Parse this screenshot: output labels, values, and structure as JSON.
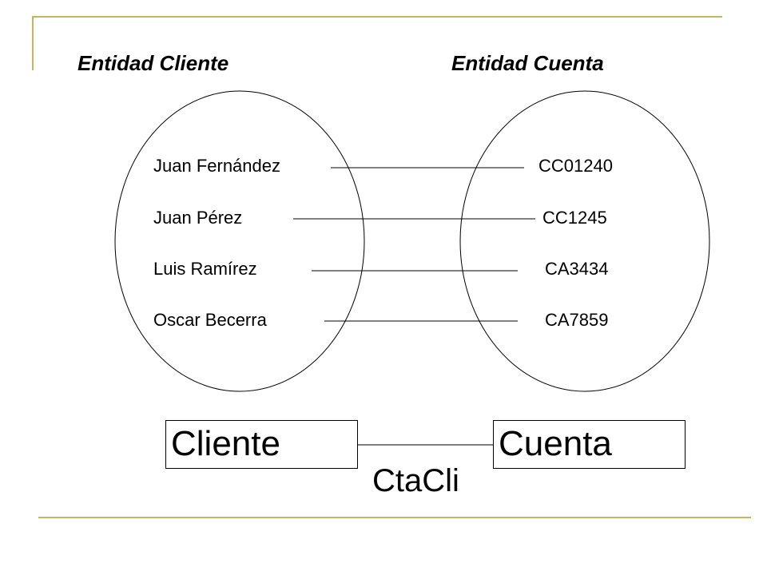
{
  "headings": {
    "left": "Entidad Cliente",
    "right": "Entidad Cuenta"
  },
  "clientes": [
    "Juan Fernández",
    "Juan Pérez",
    "Luis Ramírez",
    "Oscar Becerra"
  ],
  "cuentas": [
    "CC01240",
    "CC1245",
    "CA3434",
    "CA7859"
  ],
  "mapping": [
    {
      "cliente": 0,
      "cuenta": 0
    },
    {
      "cliente": 1,
      "cuenta": 1
    },
    {
      "cliente": 2,
      "cuenta": 2
    },
    {
      "cliente": 3,
      "cuenta": 3
    }
  ],
  "er_model": {
    "left_entity": "Cliente",
    "right_entity": "Cuenta",
    "relationship": "CtaCli"
  },
  "colors": {
    "frame": "#c8b560",
    "line": "#000000",
    "background": "#ffffff"
  }
}
